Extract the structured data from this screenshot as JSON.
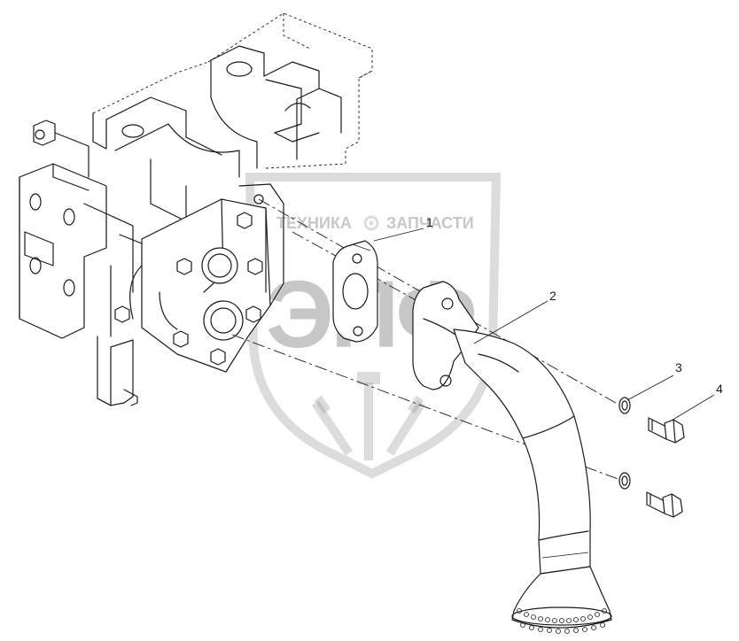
{
  "diagram": {
    "callouts": [
      {
        "id": "c1",
        "label": "1"
      },
      {
        "id": "c2",
        "label": "2"
      },
      {
        "id": "c3",
        "label": "3"
      },
      {
        "id": "c4",
        "label": "4"
      }
    ]
  },
  "watermark": {
    "top_text_left": "ТЕХНИКА",
    "top_text_right": "ЗАПЧАСТИ",
    "logo_letters": "ЭПФ"
  },
  "colors": {
    "line": "#1a1a1a",
    "watermark": "#9a9a9a",
    "background": "#ffffff"
  }
}
